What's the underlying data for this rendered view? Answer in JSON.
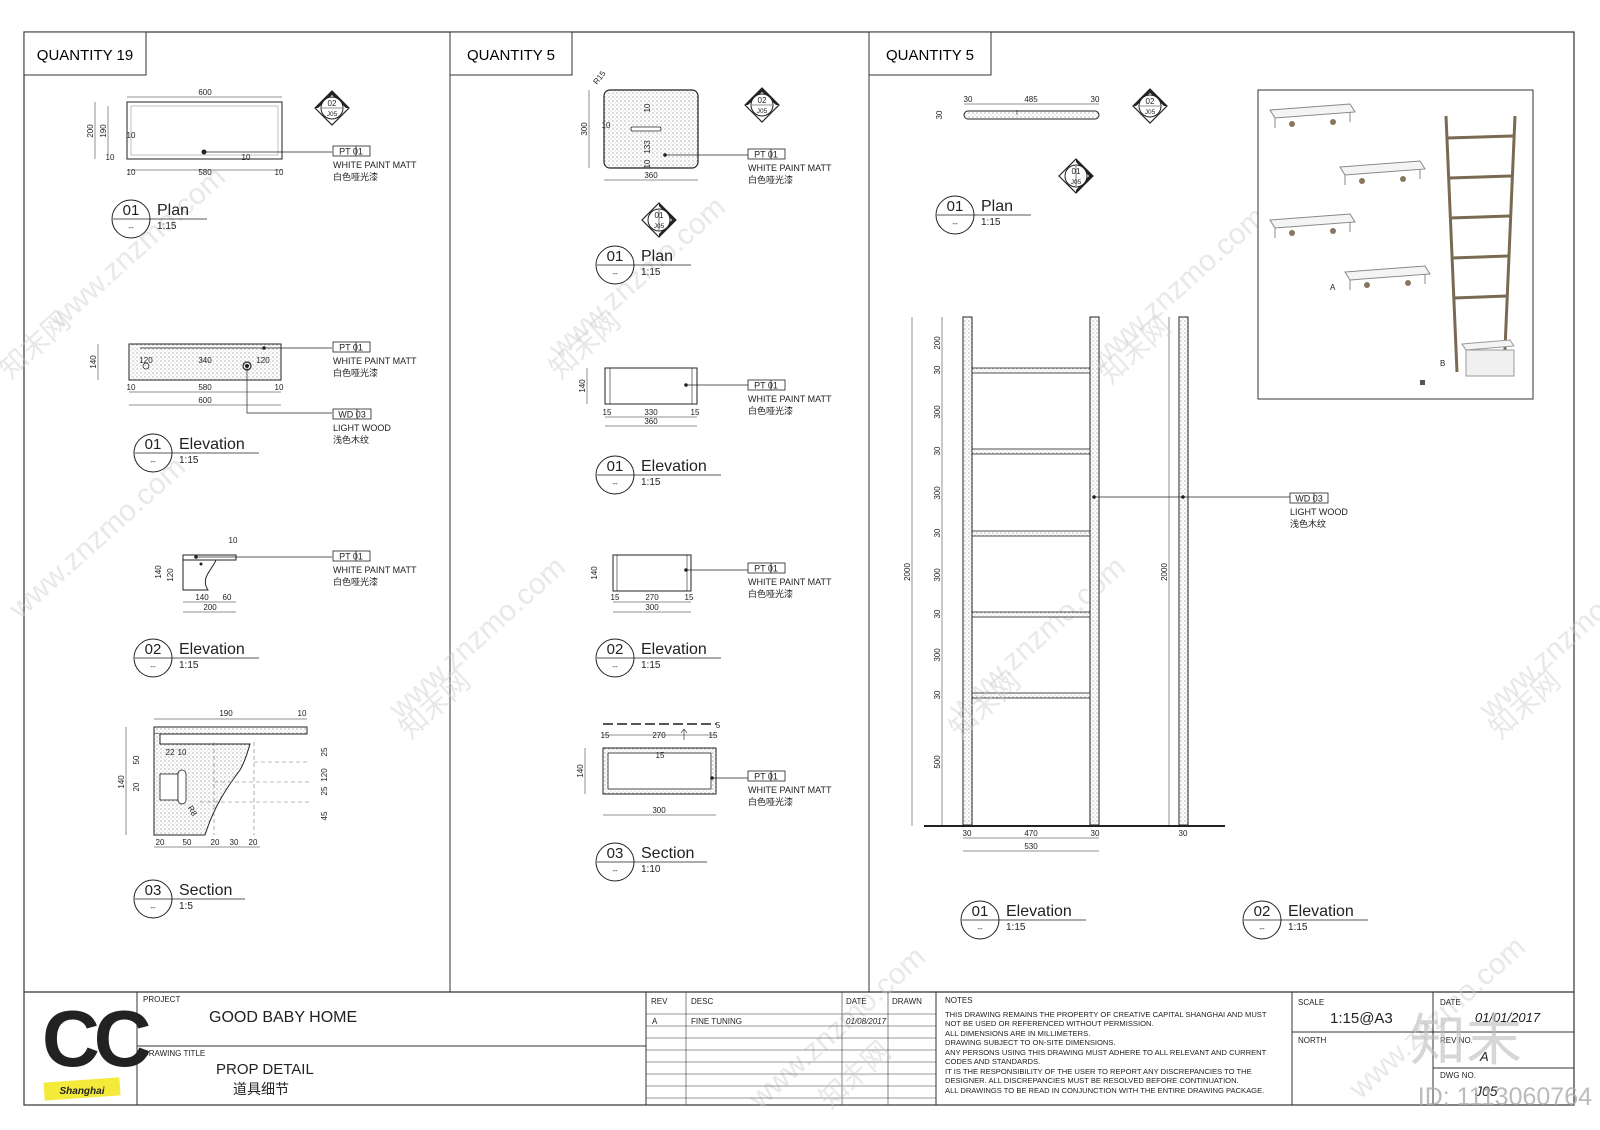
{
  "panels": [
    {
      "quantity": "QUANTITY 19"
    },
    {
      "quantity": "QUANTITY 5"
    },
    {
      "quantity": "QUANTITY 5"
    }
  ],
  "tags": {
    "pt01": "PT 01",
    "wd03": "WD 03"
  },
  "materials": {
    "white_paint": "WHITE PAINT MATT",
    "white_paint_cn": "白色哑光漆",
    "light_wood": "LIGHT WOOD",
    "light_wood_cn": "浅色木纹"
  },
  "callouts": {
    "c02": "02",
    "c01": "01",
    "sheet": "J05"
  },
  "views": {
    "plan": "Plan",
    "elevation": "Elevation",
    "section": "Section",
    "n01": "01",
    "n02": "02",
    "n03": "03",
    "dash": "--",
    "s115": "1:15",
    "s15": "1:5",
    "s110": "1:10"
  },
  "dims": {
    "p1": [
      "600",
      "200",
      "190",
      "10",
      "10",
      "580",
      "10",
      "10",
      "10",
      "140",
      "120",
      "340",
      "120",
      "580",
      "600",
      "10",
      "10",
      "140",
      "120",
      "200",
      "140",
      "60",
      "10",
      "190",
      "10",
      "140",
      "50",
      "20",
      "25",
      "120",
      "25",
      "45",
      "22",
      "10",
      "R8",
      "20",
      "50",
      "20",
      "30",
      "20"
    ],
    "p2": [
      "R15",
      "300",
      "10",
      "133",
      "10",
      "360",
      "10",
      "140",
      "330",
      "360",
      "15",
      "15",
      "140",
      "270",
      "300",
      "15",
      "15",
      "270",
      "15",
      "15",
      "140",
      "300",
      "5",
      "15"
    ],
    "p3": [
      "30",
      "485",
      "30",
      "30",
      "2000",
      "200",
      "300",
      "300",
      "300",
      "300",
      "500",
      "30",
      "30",
      "30",
      "30",
      "30",
      "470",
      "530",
      "30",
      "30",
      "2000",
      "30"
    ]
  },
  "titleblock": {
    "logo": "CC",
    "logo_sub": "Shanghai",
    "project_label": "PROJECT",
    "project": "GOOD BABY HOME",
    "drawing_title_label": "DRAWING TITLE",
    "drawing_title": "PROP DETAIL",
    "drawing_title_cn": "道具细节",
    "rev_label": "REV",
    "desc_label": "DESC",
    "date_label": "DATE",
    "drawn_label": "DRAWN",
    "rev_a": "A",
    "rev_desc": "FINE TUNING",
    "rev_date": "01/08/2017",
    "notes_label": "NOTES",
    "notes": [
      "THIS DRAWING REMAINS THE PROPERTY OF CREATIVE CAPITAL SHANGHAI AND MUST",
      "NOT BE USED OR REFERENCED WITHOUT PERMISSION.",
      "ALL DIMENSIONS ARE IN MILLIMETERS.",
      "DRAWING SUBJECT TO ON-SITE DIMENSIONS.",
      "ANY PERSONS USING THIS DRAWING MUST ADHERE TO ALL RELEVANT AND CURRENT",
      "CODES AND STANDARDS.",
      "IT IS THE RESPONSIBILITY OF THE USER TO REPORT ANY DISCREPANCIES TO THE",
      "DESIGNER. ALL DISCREPANCIES MUST BE RESOLVED BEFORE CONTINUATION.",
      "ALL DRAWINGS TO BE READ IN CONJUNCTION WITH THE ENTIRE DRAWING PACKAGE."
    ],
    "scale_label": "SCALE",
    "scale": "1:15@A3",
    "date_label2": "DATE",
    "date": "01/01/2017",
    "north_label": "NORTH",
    "rev_no_label": "REV NO.",
    "rev_no": "A",
    "dwg_no_label": "DWG NO.",
    "dwg_no": "J05"
  },
  "watermark": {
    "site": "www.znzmo.com",
    "brand": "知末网",
    "logo": "知末",
    "id": "ID: 1113060764"
  },
  "render": {
    "B": "B",
    "A": "A"
  }
}
